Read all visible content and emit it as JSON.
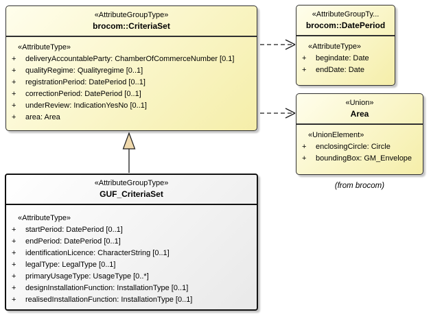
{
  "colors": {
    "class_fill_light": "#FFFEEC",
    "class_fill_dark": "#F5EEA9",
    "class_border": "#2f2f2f",
    "guf_fill_light": "#FFFFFF",
    "guf_fill_dark": "#E9E9E9",
    "guf_border": "#111111",
    "shadow": "#c6c6c6",
    "connector": "#1a1a1a",
    "generalization_fill": "#EFD9AD"
  },
  "classes": {
    "criteria_set": {
      "stereotype": "«AttributeGroupType»",
      "name": "brocom::CriteriaSet",
      "section": "«AttributeType»",
      "attributes": [
        {
          "vis": "+",
          "text": "deliveryAccountableParty: ChamberOfCommerceNumber [0.1]"
        },
        {
          "vis": "+",
          "text": "qualityRegime: Qualityregime [0..1]"
        },
        {
          "vis": "+",
          "text": "registrationPeriod: DatePeriod [0..1]"
        },
        {
          "vis": "+",
          "text": "correctionPeriod: DatePeriod [0..1]"
        },
        {
          "vis": "+",
          "text": "underReview: IndicationYesNo [0..1]"
        },
        {
          "vis": "+",
          "text": "area: Area"
        }
      ]
    },
    "date_period": {
      "stereotype": "«AttributeGroupTy...",
      "name": "brocom::DatePeriod",
      "section": "«AttributeType»",
      "attributes": [
        {
          "vis": "+",
          "text": "begindate: Date"
        },
        {
          "vis": "+",
          "text": "endDate: Date"
        }
      ]
    },
    "area": {
      "stereotype": "«Union»",
      "name": "Area",
      "section": "«UnionElement»",
      "attributes": [
        {
          "vis": "+",
          "text": "enclosingCircle: Circle"
        },
        {
          "vis": "+",
          "text": "boundingBox: GM_Envelope"
        }
      ]
    },
    "guf_criteria_set": {
      "stereotype": "«AttributeGroupType»",
      "name": "GUF_CriteriaSet",
      "section": "«AttributeType»",
      "attributes": [
        {
          "vis": "+",
          "text": "startPeriod: DatePeriod [0..1]"
        },
        {
          "vis": "+",
          "text": "endPeriod: DatePeriod [0..1]"
        },
        {
          "vis": "+",
          "text": "identificationLicence: CharacterString [0..1]"
        },
        {
          "vis": "+",
          "text": "legalType: LegalType [0..1]"
        },
        {
          "vis": "+",
          "text": "primaryUsageType: UsageType [0..*]"
        },
        {
          "vis": "+",
          "text": "designInstallationFunction: InstallationType [0..1]"
        },
        {
          "vis": "+",
          "text": "realisedInstallationFunction: InstallationType [0..1]"
        }
      ]
    }
  },
  "note": "(from brocom)"
}
